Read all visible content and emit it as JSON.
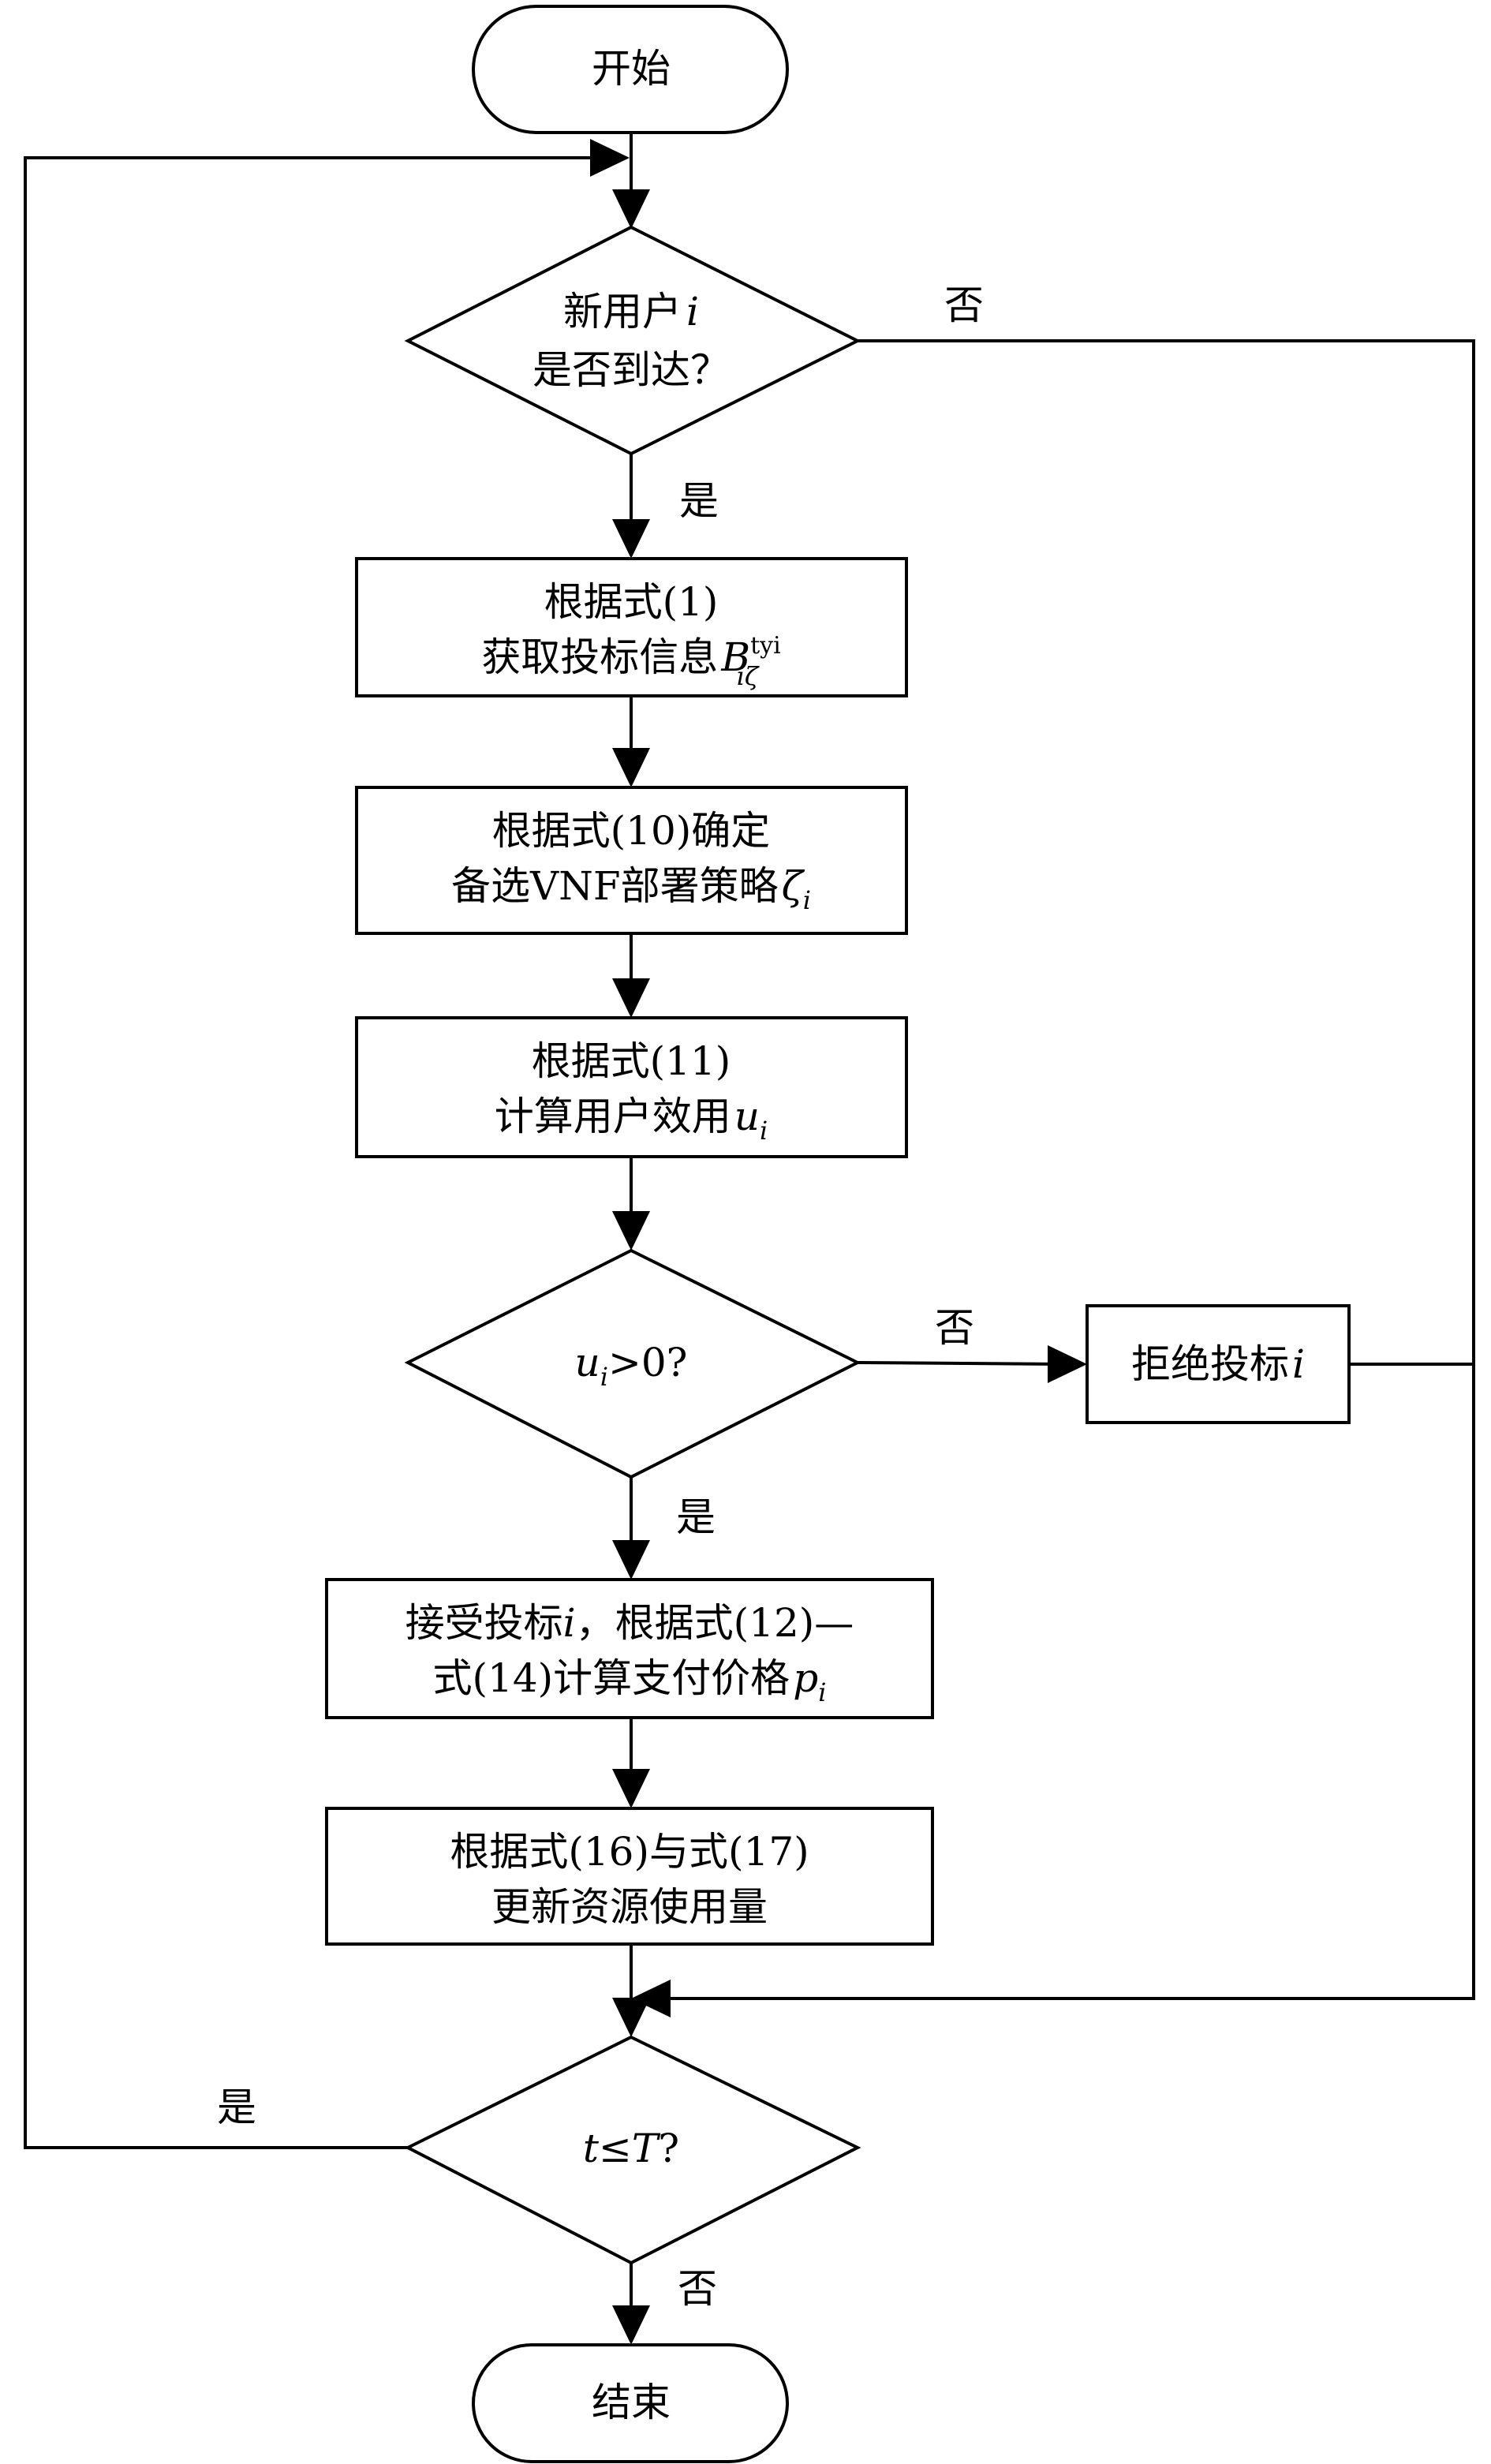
{
  "diagram": {
    "nodes": {
      "start": {
        "text": "开始"
      },
      "new_user": {
        "line1": "新用户",
        "line1_var": "i",
        "line2": "是否到达？"
      },
      "get_bid": {
        "line1": "根据式(1)",
        "line2": "获取投标信息",
        "var": "B",
        "var_sup": "ty",
        "var_sup_sub": "i",
        "var_sub": "iζ"
      },
      "strategy": {
        "line1": "根据式(10)确定",
        "line2": "备选VNF部署策略",
        "var": "ζ",
        "var_sub": "i"
      },
      "utility": {
        "line1": "根据式(11)",
        "line2": "计算用户效用",
        "var": "u",
        "var_sub": "i"
      },
      "check_utility": {
        "var": "u",
        "var_sub": "i",
        "rest": ">0?"
      },
      "reject": {
        "text": "拒绝投标",
        "var": "i"
      },
      "accept": {
        "line1a": "接受投标",
        "line1_var": "i",
        "line1b": "，根据式(12)—",
        "line2": "式(14)计算支付价格",
        "var": "p",
        "var_sub": "i"
      },
      "update": {
        "line1": "根据式(16)与式(17)",
        "line2": "更新资源使用量"
      },
      "check_time": {
        "var1": "t",
        "op": "≤",
        "var2": "T",
        "rest": "?"
      },
      "end": {
        "text": "结束"
      }
    },
    "edge_labels": {
      "new_user_no": "否",
      "new_user_yes": "是",
      "utility_no": "否",
      "utility_yes": "是",
      "time_yes": "是",
      "time_no": "否"
    }
  }
}
